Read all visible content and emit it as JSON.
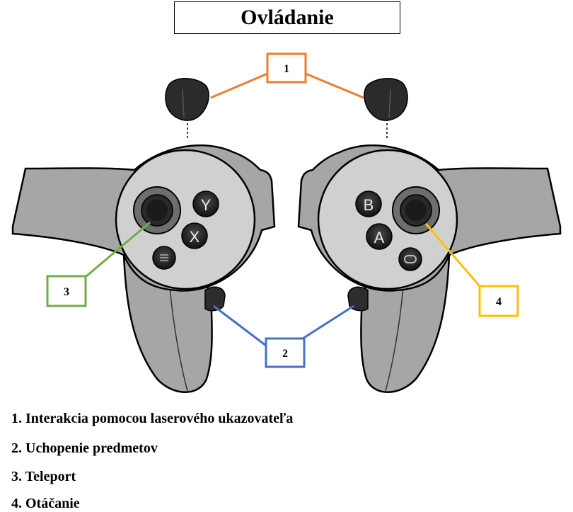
{
  "title": "Ovládanie",
  "callouts": {
    "c1": {
      "label": "1",
      "color": "#ed7d31"
    },
    "c2": {
      "label": "2",
      "color": "#4472c4"
    },
    "c3": {
      "label": "3",
      "color": "#70ad47"
    },
    "c4": {
      "label": "4",
      "color": "#ffc000"
    }
  },
  "buttons": {
    "left_y": "Y",
    "left_x": "X",
    "right_b": "B",
    "right_a": "A"
  },
  "legend": [
    "1. Interakcia pomocou laserového ukazovateľa",
    "2. Uchopenie predmetov",
    "3. Teleport",
    "4. Otáčanie"
  ]
}
